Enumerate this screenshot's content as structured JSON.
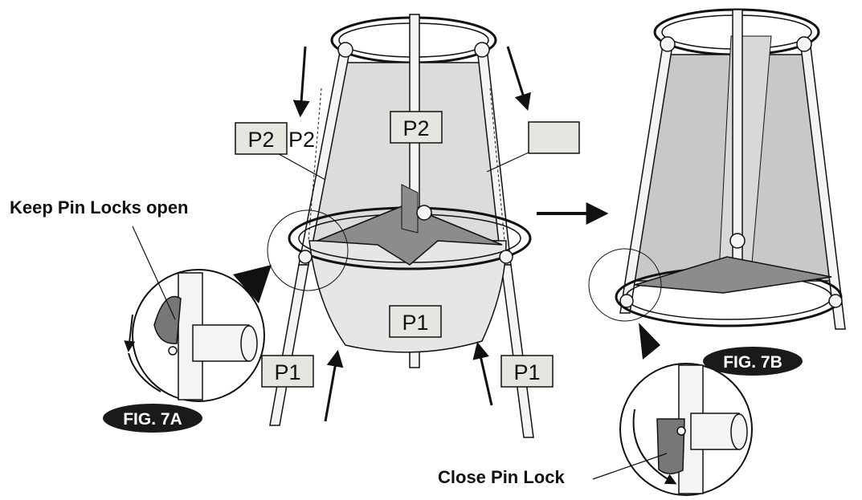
{
  "labels": {
    "left_p2_box": "P2",
    "left_p2_outside": "P2",
    "center_p2": "P2",
    "center_p1": "P1",
    "left_p1": "P1",
    "right_p1": "P1",
    "empty_box": ""
  },
  "callouts": {
    "keep_open": "Keep Pin Locks open",
    "close_lock": "Close Pin Lock"
  },
  "figures": {
    "fig_a": "FIG. 7A",
    "fig_b": "FIG. 7B"
  },
  "colors": {
    "label_fill": "#e6e6e0",
    "mesh": "#d8d8d8",
    "mesh_dark": "#c2c2c2",
    "strap": "#8c8c8c",
    "badge": "#1a1a1a"
  }
}
